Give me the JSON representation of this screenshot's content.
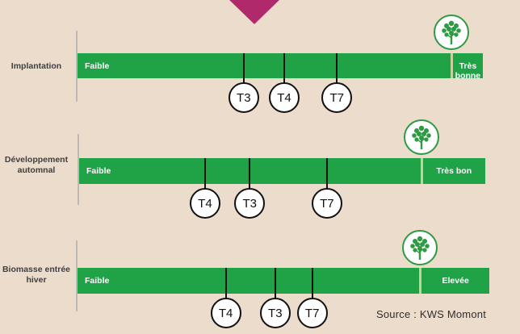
{
  "colors": {
    "background": "#ecdccb",
    "bar": "#1fa346",
    "arrow": "#b02a6b",
    "tree": "#2e9a42"
  },
  "rows": [
    {
      "label": "Implantation",
      "low": "Faible",
      "high": "Très bonne",
      "reference_icon": "tree-icon",
      "markers": [
        {
          "label": "T3",
          "position": 0.41
        },
        {
          "label": "T4",
          "position": 0.51
        },
        {
          "label": "T7",
          "position": 0.64
        }
      ],
      "reference_position": 0.92
    },
    {
      "label": "Développement automnal",
      "low": "Faible",
      "high": "Très bon",
      "reference_icon": "tree-icon",
      "markers": [
        {
          "label": "T4",
          "position": 0.31
        },
        {
          "label": "T3",
          "position": 0.42
        },
        {
          "label": "T7",
          "position": 0.61
        }
      ],
      "reference_position": 0.84
    },
    {
      "label": "Biomasse entrée hiver",
      "low": "Faible",
      "high": "Elevée",
      "reference_icon": "tree-icon",
      "markers": [
        {
          "label": "T4",
          "position": 0.36
        },
        {
          "label": "T3",
          "position": 0.48
        },
        {
          "label": "T7",
          "position": 0.57
        }
      ],
      "reference_position": 0.83
    }
  ],
  "source": "Source : KWS Momont"
}
